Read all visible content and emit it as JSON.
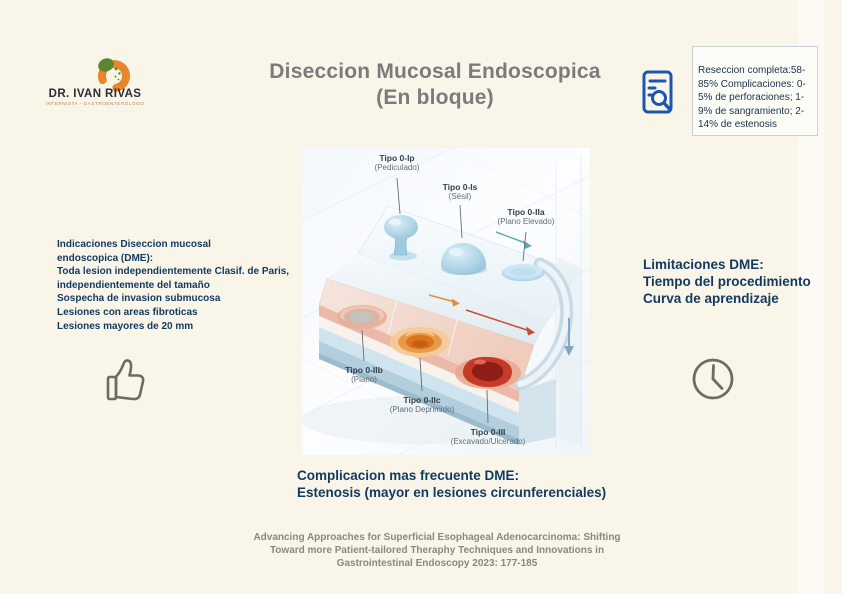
{
  "logo": {
    "name": "DR. IVAN RIVAS",
    "subtitle": "INTERNISTA - GASTROENTERÓLOGO",
    "accent_orange": "#e8862b",
    "accent_green": "#5c8533"
  },
  "title": {
    "line1": "Diseccion Mucosal Endoscopica",
    "line2": "(En bloque)",
    "color": "#7b7b7b"
  },
  "stats_box": {
    "text": "Reseccion completa:58-85% Complicaciones: 0-5% de perforaciones; 1-9% de sangramiento; 2-14% de estenosis"
  },
  "icons": {
    "doc_search": "document-search",
    "thumbs_up": "thumbs-up",
    "clock": "clock",
    "doc_color": "#1a57b0",
    "gray": "#6c6c64"
  },
  "left_panel": {
    "text": "Indicaciones Diseccion mucosal\nendoscopica (DME):\nToda lesion independientemente Clasif. de Paris,\nindependientemente del tamaño\nSospecha de invasion submucosa\nLesiones con areas fibroticas\nLesiones mayores de 20 mm"
  },
  "right_panel": {
    "text": "Limitaciones DME:\nTiempo del procedimiento\nCurva de aprendizaje"
  },
  "bottom_note": {
    "text": "Complicacion mas frecuente DME:\nEstenosis (mayor en lesiones circunferenciales)"
  },
  "citation": {
    "text": "Advancing Approaches for Superficial Esophageal  Adenocarcinoma: Shifting\nToward more Patient-tailored Theraphy Techniques and Innovations in\nGastrointestinal Endoscopy 2023: 177-185"
  },
  "text_color": "#12395f",
  "diagram": {
    "description": "Paris classification of superficial lesions, 3D mucosal block illustration",
    "labels": [
      {
        "title": "Tipo 0-Ip",
        "subtitle": "(Pediculado)"
      },
      {
        "title": "Tipo 0-Is",
        "subtitle": "(Sésil)"
      },
      {
        "title": "Tipo 0-IIa",
        "subtitle": "(Plano Elevado)"
      },
      {
        "title": "Tipo 0-IIb",
        "subtitle": "(Plano)"
      },
      {
        "title": "Tipo 0-IIc",
        "subtitle": "(Plano Deprimido)"
      },
      {
        "title": "Tipo 0-III",
        "subtitle": "(Excavado/Ulcerado)"
      }
    ],
    "lesion_colors": {
      "polypoid_blue": "#a6cfe2",
      "flat_pink": "#e7af9d",
      "depressed_orange": "#ea9a46",
      "ulcerated_red": "#c63a28"
    }
  }
}
